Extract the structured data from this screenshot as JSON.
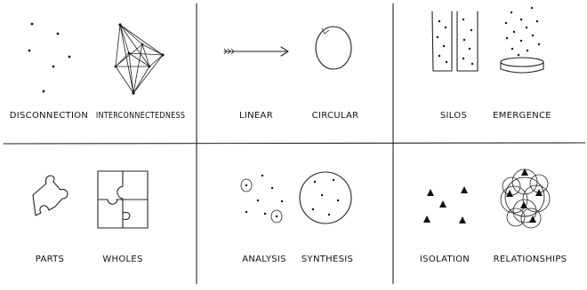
{
  "panels": [
    {
      "left": "DISCONNECTION",
      "right": "INTERCONNECTEDNESS"
    },
    {
      "left": "LINEAR",
      "right": "CIRCULAR"
    },
    {
      "left": "SILOS",
      "right": "EMERGENCE"
    },
    {
      "left": "PARTS",
      "right": "WHOLES"
    },
    {
      "left": "ANALYSIS",
      "right": "SYNTHESIS"
    },
    {
      "left": "ISOLATION",
      "right": "RELATIONSHIPS"
    }
  ]
}
